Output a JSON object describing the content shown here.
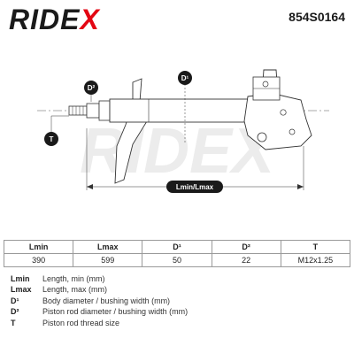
{
  "header": {
    "brand": "RIDE",
    "brand_x": "X",
    "part_number": "854S0164"
  },
  "drawing": {
    "watermark": "RIDEX",
    "labels": {
      "d1": "D¹",
      "d2": "D²",
      "t": "T",
      "length": "Lmin/Lmax"
    }
  },
  "table": {
    "headers": [
      "Lmin",
      "Lmax",
      "D¹",
      "D²",
      "T"
    ],
    "values": [
      "390",
      "599",
      "50",
      "22",
      "M12x1.25"
    ]
  },
  "legend": [
    {
      "abbr": "Lmin",
      "desc": "Length, min (mm)"
    },
    {
      "abbr": "Lmax",
      "desc": "Length, max (mm)"
    },
    {
      "abbr": "D¹",
      "desc": "Body diameter / bushing width (mm)"
    },
    {
      "abbr": "D²",
      "desc": "Piston rod diameter / bushing width (mm)"
    },
    {
      "abbr": "T",
      "desc": "Piston rod thread size"
    }
  ],
  "colors": {
    "brand_red": "#e30613",
    "badge_black": "#1a1a1a",
    "outline": "#333333",
    "watermark": "#ececec"
  }
}
